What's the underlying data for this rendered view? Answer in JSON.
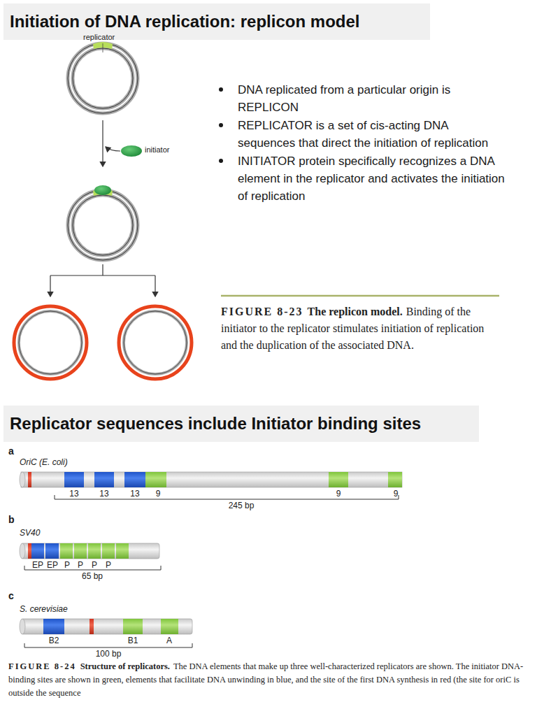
{
  "diagram": {
    "title": "Initiation of DNA replication: replicon model",
    "labels": [
      "replicator",
      "initiator",
      "DNA replicated from a particular origin is REPLICON",
      "REPLICATOR  is a set of cis-acting DNA sequences that direct the initiation of replication",
      "INITIATOR protein specifically recognizes a DNA element in the replicator and activates the initiation of replication",
      "FIGURE 8-23",
      "The replicon model.",
      "Binding of the initiator to the replicator stimulates initiation of replication and the duplication of the associated DNA.",
      "Replicator sequences include Initiator binding sites",
      "a",
      "OriC (E. coli)",
      "13",
      "13",
      "13",
      "9",
      "9",
      "9",
      "245 bp",
      "b",
      "SV40",
      "EP",
      "EP",
      "P",
      "P",
      "P",
      "P",
      "65 bp",
      "c",
      "S. cerevisiae",
      "B2",
      "B1",
      "A",
      "100 bp",
      "FIGURE 8-24",
      "Structure of replicators.",
      "The DNA elements that make up three well-characterized replicators are shown. The initiator DNA-binding sites are shown in green, elements that facilitate DNA unwinding in blue, and the site of the first DNA synthesis in red (the site for oriC is outside the sequence"
    ]
  }
}
